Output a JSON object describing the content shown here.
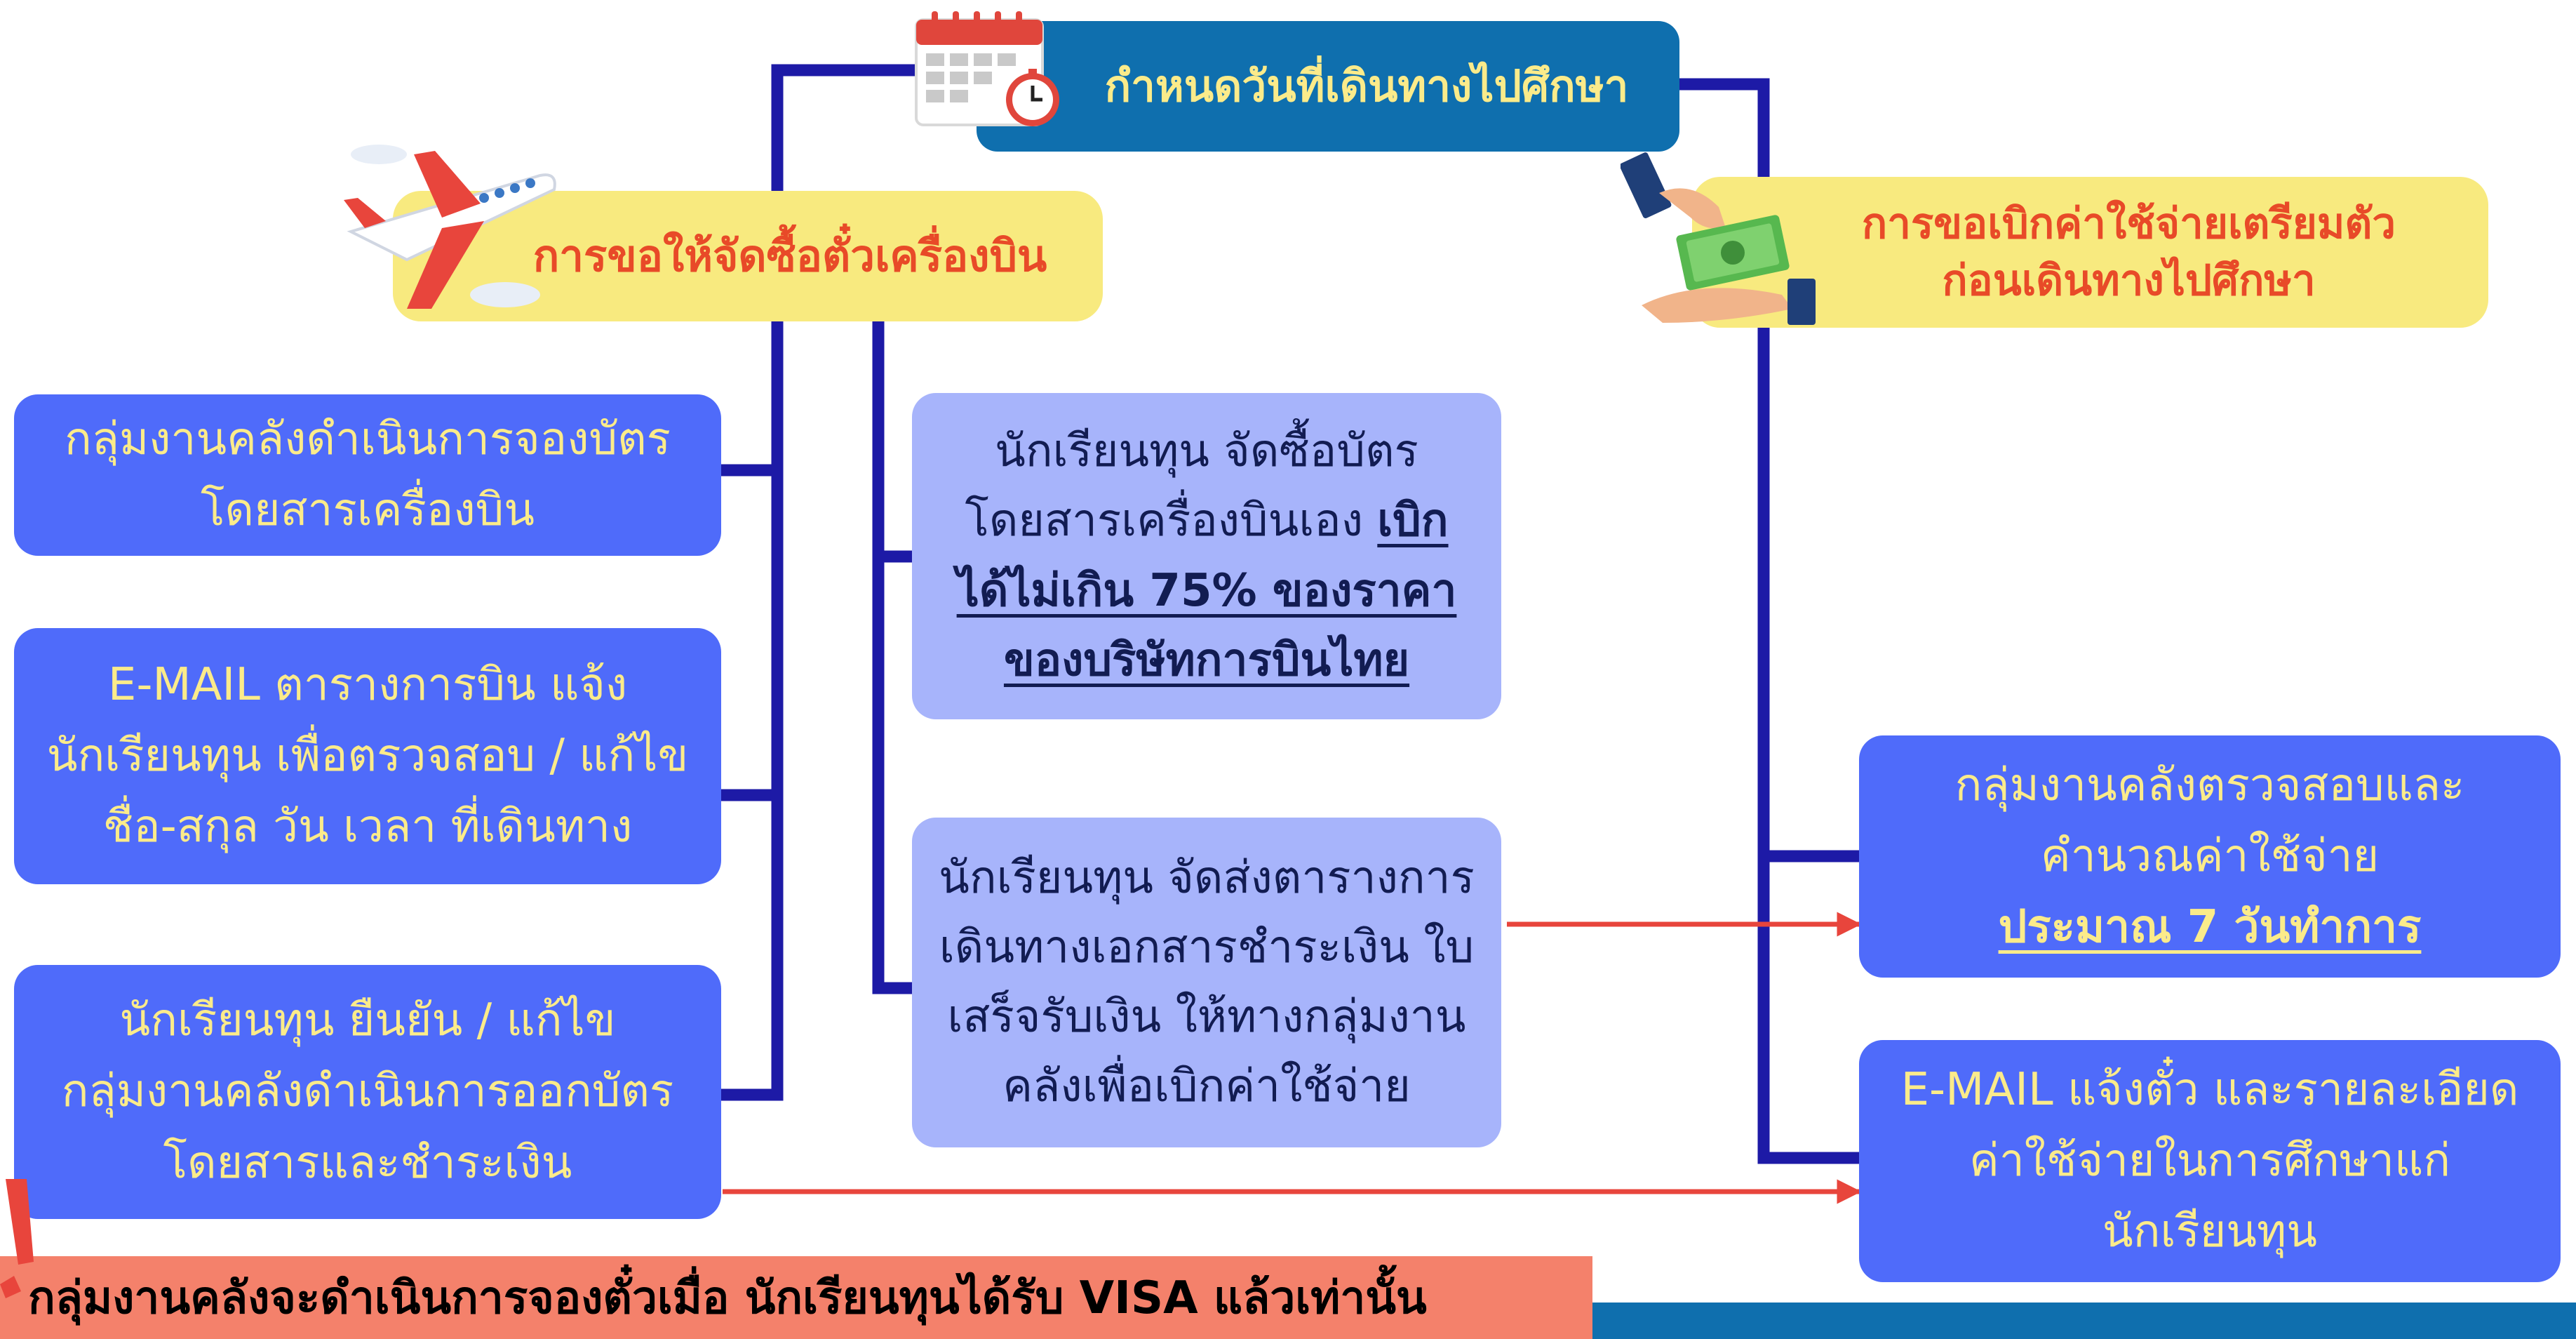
{
  "colors": {
    "connector": "#1d1aa6",
    "arrow": "#e8453c",
    "header_bg": "#0f6fae",
    "yellow_bg": "#f8ea7f",
    "blue_box_bg": "#4f6bfa",
    "lavender_box_bg": "#a7b4fb",
    "note_bg": "#f4816b"
  },
  "icons": {
    "calendar": "calendar-icon",
    "clock": "alarm-clock-icon",
    "airplane": "airplane-icon",
    "money": "money-hands-icon",
    "exclamation": "exclamation-icon"
  },
  "header": {
    "title": "กำหนดวันที่เดินทางไปศึกษา"
  },
  "left_branch": {
    "title": "การขอให้จัดซื้อตั๋วเครื่องบิน",
    "steps": [
      {
        "lines": [
          "กลุ่มงานคลังดำเนินการจองบัตร",
          "โดยสารเครื่องบิน"
        ]
      },
      {
        "lines": [
          "E-MAIL ตารางการบิน แจ้ง",
          "นักเรียนทุน เพื่อตรวจสอบ / แก้ไข",
          "ชื่อ-สกุล วัน เวลา ที่เดินทาง"
        ]
      },
      {
        "lines": [
          "นักเรียนทุน ยืนยัน / แก้ไข",
          "กลุ่มงานคลังดำเนินการออกบัตร",
          "โดยสารและชำระเงิน"
        ]
      }
    ]
  },
  "middle_branch": {
    "self_purchase": {
      "lines": [
        "นักเรียนทุน จัดซื้อบัตร",
        "โดยสารเครื่องบินเอง"
      ],
      "emphasis_inline": "เบิก",
      "emphasis_lines": [
        "ได้ไม่เกิน 75% ของราคา",
        "ของบริษัทการบินไทย"
      ]
    },
    "submit_docs": {
      "lines": [
        "นักเรียนทุน จัดส่งตารางการ",
        "เดินทางเอกสารชำระเงิน ใบ",
        "เสร็จรับเงิน ให้ทางกลุ่มงาน",
        "คลังเพื่อเบิกค่าใช้จ่าย"
      ]
    }
  },
  "right_branch": {
    "title_lines": [
      "การขอเบิกค่าใช้จ่ายเตรียมตัว",
      "ก่อนเดินทางไปศึกษา"
    ],
    "verify": {
      "lines": [
        "กลุ่มงานคลังตรวจสอบและ",
        "คำนวณค่าใช้จ่าย"
      ],
      "emphasis": "ประมาณ 7 วันทำการ"
    },
    "notify": {
      "lines": [
        "E-MAIL แจ้งตั๋ว และรายละเอียด",
        "ค่าใช้จ่ายในการศึกษาแก่",
        "นักเรียนทุน"
      ]
    }
  },
  "footer_note": "กลุ่มงานคลังจะดำเนินการจองตั๋วเมื่อ นักเรียนทุนได้รับ VISA แล้วเท่านั้น"
}
